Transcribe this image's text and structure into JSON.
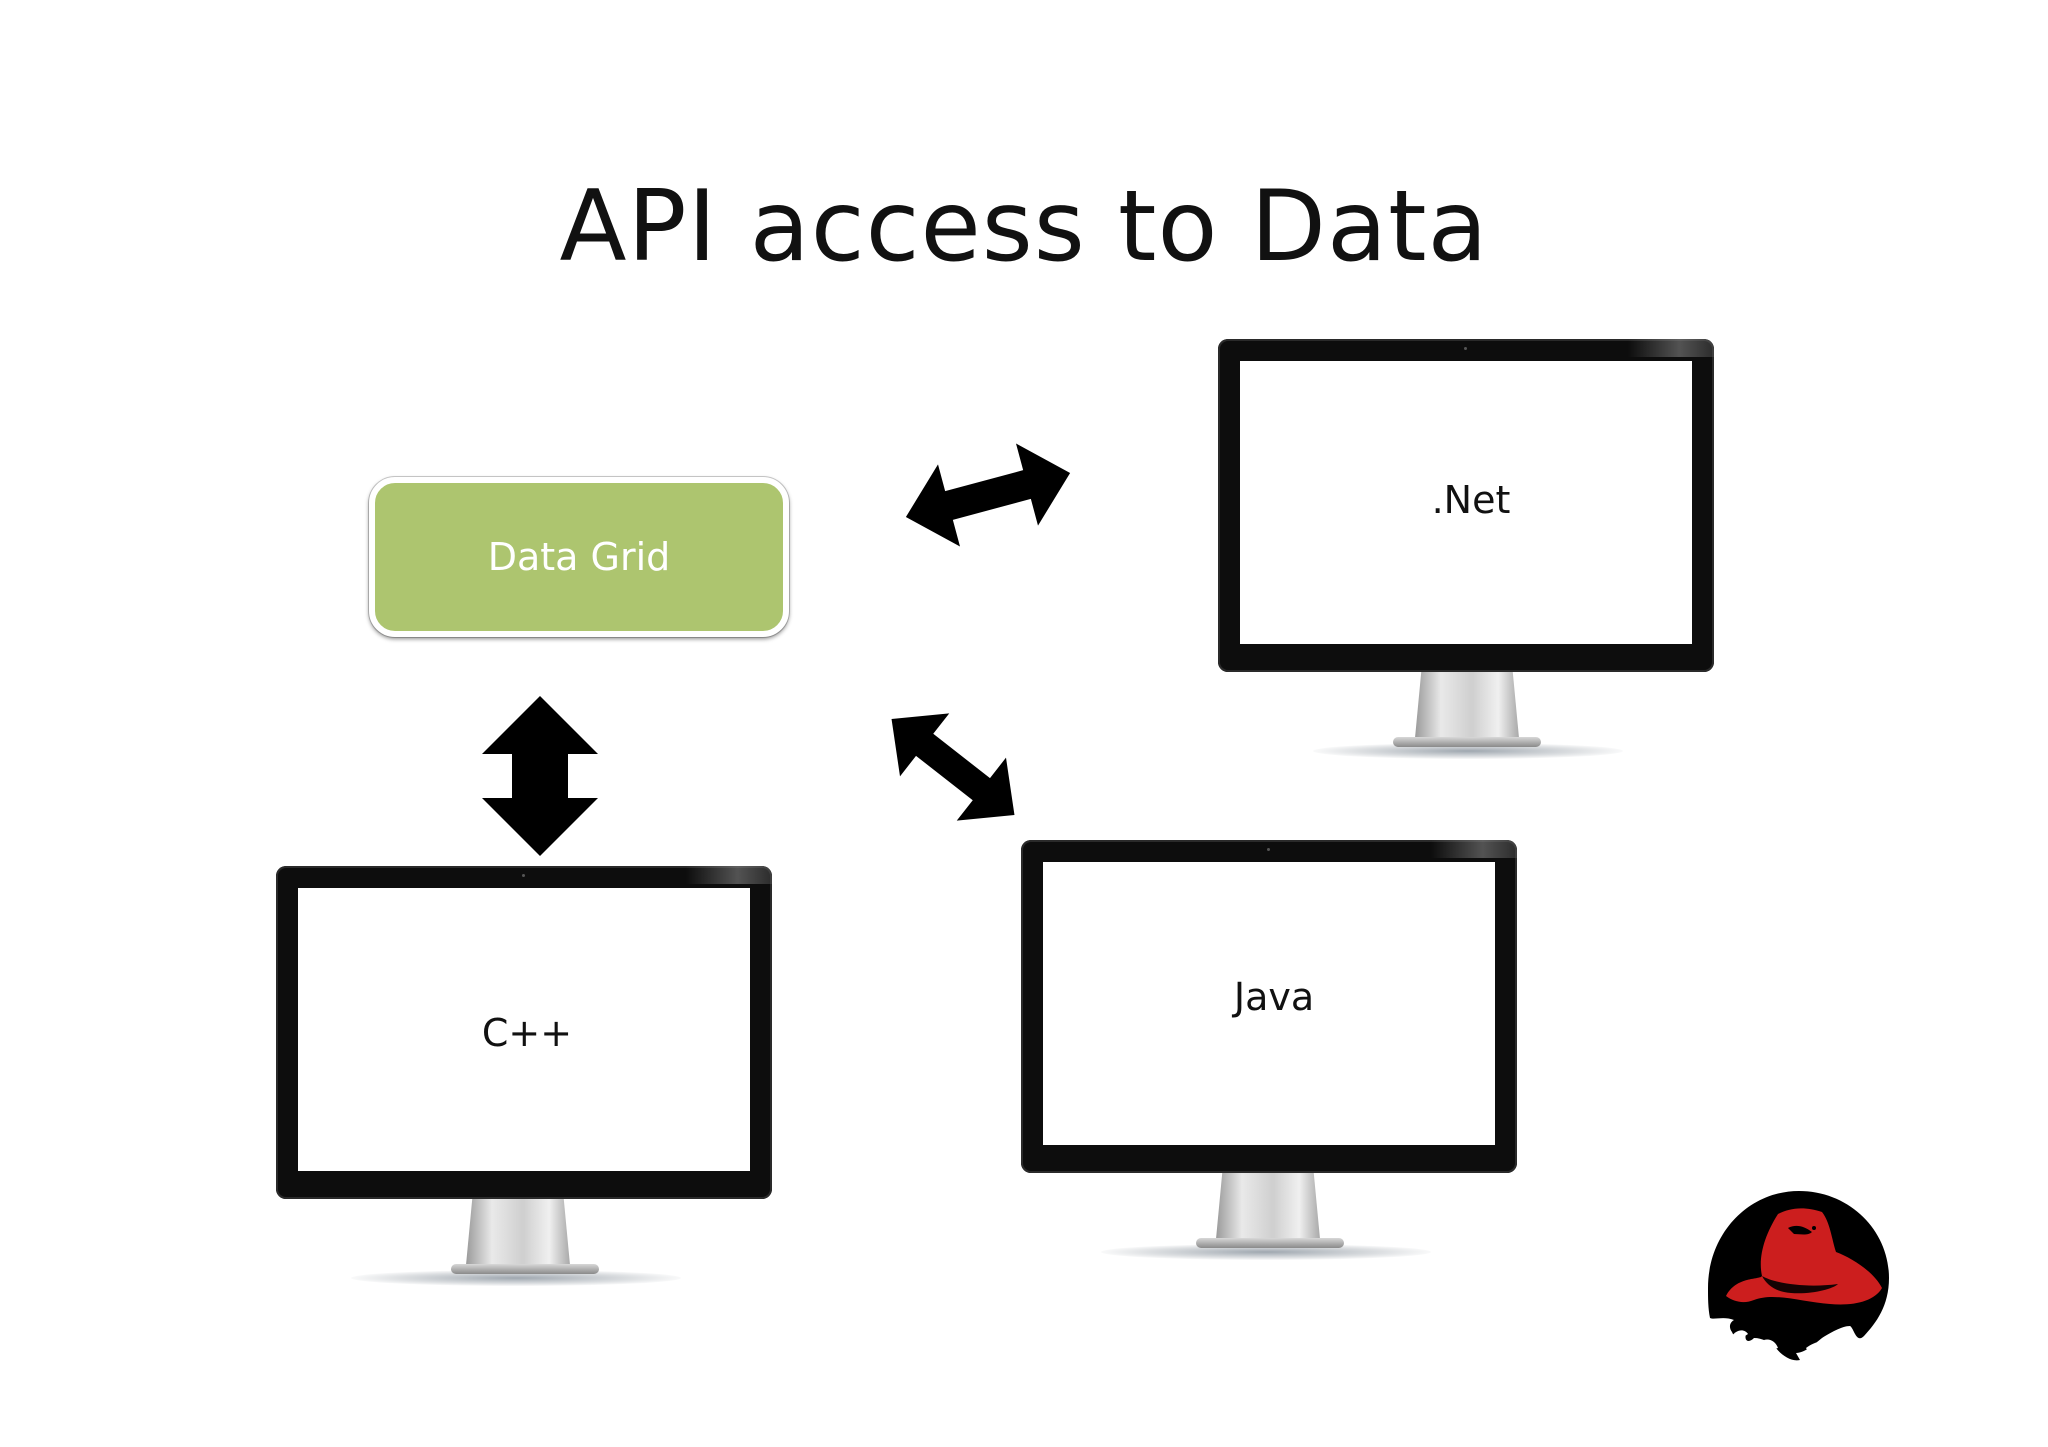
{
  "slide": {
    "title": "API access to Data"
  },
  "data_grid": {
    "label": "Data Grid",
    "fill_color": "#adc56f"
  },
  "monitors": {
    "net": {
      "label": ".Net"
    },
    "cpp": {
      "label": "C++"
    },
    "java": {
      "label": "Java"
    }
  },
  "icons": {
    "arrows": [
      "double-arrow-icon",
      "double-arrow-icon",
      "double-arrow-icon"
    ],
    "logo": "red-hat-logo",
    "logo_color": "#cc1e1e"
  }
}
